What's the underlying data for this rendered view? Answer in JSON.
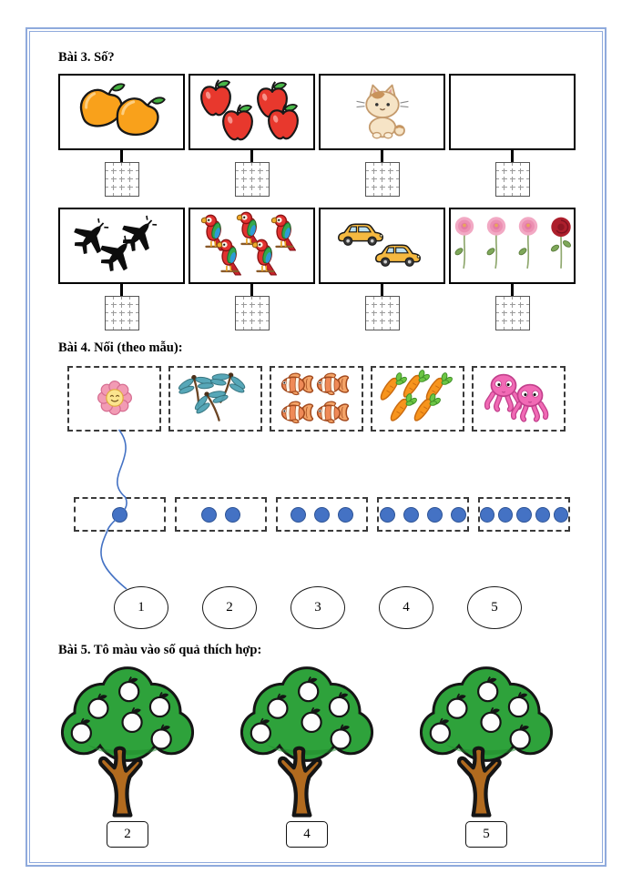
{
  "page": {
    "border_color": "#8FAADC",
    "background": "#FFFFFF"
  },
  "exercise3": {
    "title": "Bài 3. Số?",
    "rows": [
      [
        {
          "item": "mango",
          "count": 2
        },
        {
          "item": "apple",
          "count": 4
        },
        {
          "item": "cat",
          "count": 1
        },
        {
          "item": "empty",
          "count": 0
        }
      ],
      [
        {
          "item": "airplane",
          "count": 3
        },
        {
          "item": "parrot",
          "count": 5
        },
        {
          "item": "car",
          "count": 2
        },
        {
          "item": "flower",
          "count": 4,
          "variants": [
            "pink",
            "pink",
            "pink",
            "rose"
          ]
        }
      ]
    ],
    "answer_grid": {
      "rows": 4,
      "cols": 4
    }
  },
  "exercise4": {
    "title": "Bài 4. Nối (theo mẫu):",
    "object_boxes": [
      {
        "item": "smiley-flower",
        "count": 1
      },
      {
        "item": "dragonfly",
        "count": 3
      },
      {
        "item": "clownfish",
        "count": 4
      },
      {
        "item": "carrot",
        "count": 5
      },
      {
        "item": "octopus",
        "count": 2
      }
    ],
    "dot_boxes": [
      1,
      2,
      3,
      4,
      5
    ],
    "number_ovals": [
      "1",
      "2",
      "3",
      "4",
      "5"
    ],
    "dot_color": "#4472C4",
    "example_line_color": "#4472C4",
    "example_connection": {
      "from": "smiley-flower-box",
      "through": "dot-box-1",
      "to": "number-oval-1"
    }
  },
  "exercise5": {
    "title": "Bài 5. Tô màu vào số quả thích hợp:",
    "trees": [
      {
        "apples_on_tree": 6,
        "number_label": "2"
      },
      {
        "apples_on_tree": 6,
        "number_label": "4"
      },
      {
        "apples_on_tree": 6,
        "number_label": "5"
      }
    ]
  }
}
